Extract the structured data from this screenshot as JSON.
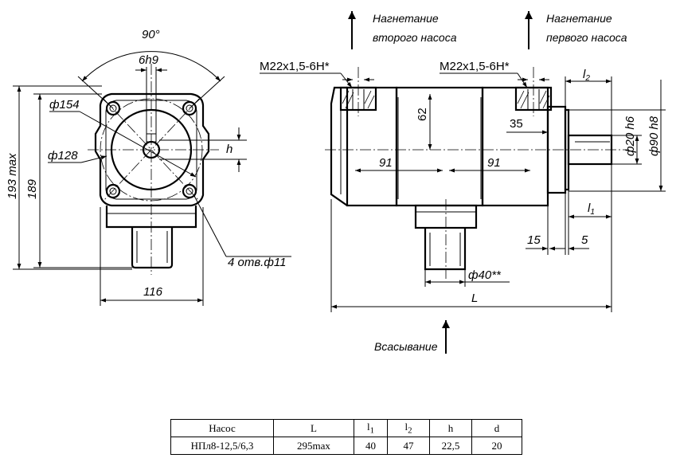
{
  "flow_labels": {
    "discharge_second": [
      "Нагнетание",
      "второго насоса"
    ],
    "discharge_first": [
      "Нагнетание",
      "первого насоса"
    ],
    "suction": "Всасывание"
  },
  "front_view": {
    "angle": "90°",
    "key": "6h9",
    "outer_diameter": "ф154",
    "bolt_circle": "ф128",
    "height_max": "193 max",
    "height": "189",
    "width": "116",
    "key_height": "h",
    "holes": "4 отв.ф11"
  },
  "side_view": {
    "thread_left": "M22x1,5-6H*",
    "thread_right": "M22x1,5-6H*",
    "port_height": "62",
    "offset_left": "91",
    "offset_right": "91",
    "flange_offset": "35",
    "shaft_diameter": "ф20 h6",
    "spigot_diameter": "ф90 h8",
    "l2": "l",
    "l2_sub": "2",
    "l1": "l",
    "l1_sub": "1",
    "flange_width": "15",
    "spigot_width": "5",
    "suction_diameter": "ф40**",
    "length": "L"
  },
  "table": {
    "headers": [
      {
        "label": "Насос",
        "sub": ""
      },
      {
        "label": "L",
        "sub": ""
      },
      {
        "label": "l",
        "sub": "1"
      },
      {
        "label": "l",
        "sub": "2"
      },
      {
        "label": "h",
        "sub": ""
      },
      {
        "label": "d",
        "sub": ""
      }
    ],
    "rows": [
      [
        "НПл8-12,5/6,3",
        "295max",
        "40",
        "47",
        "22,5",
        "20"
      ]
    ]
  }
}
